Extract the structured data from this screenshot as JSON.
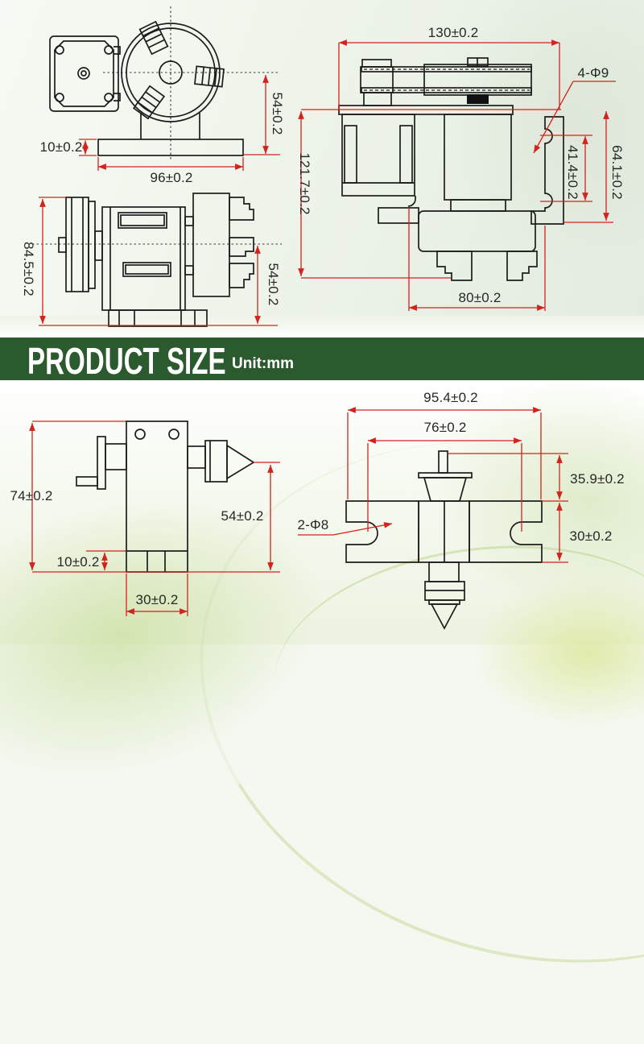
{
  "banner": {
    "title": "PRODUCT SIZE",
    "unit": "Unit:mm"
  },
  "colors": {
    "banner_bg": "#2c5a2f",
    "dimension_line": "#d2231f",
    "drawing_line": "#1d1d1d",
    "background_tint": "#e9f1e2"
  },
  "views": {
    "front": {
      "dims": {
        "base_height": "10±0.2",
        "base_width": "96±0.2",
        "center_height": "54±0.2"
      }
    },
    "top": {
      "dims": {
        "total_width": "130±0.2",
        "mount_holes": "4-Φ9",
        "inner_height": "41.4±0.2",
        "outer_height": "64.1±0.2",
        "total_length": "121.7±0.2",
        "chuck_width": "80±0.2"
      }
    },
    "side": {
      "dims": {
        "total_height": "84.5±0.2",
        "center_height": "54±0.2"
      }
    },
    "tailstock_front": {
      "dims": {
        "total_height": "74±0.2",
        "center_height": "54±0.2",
        "base_height": "10±0.2",
        "base_width": "30±0.2"
      }
    },
    "tailstock_top": {
      "dims": {
        "total_width": "95.4±0.2",
        "slot_spacing": "76±0.2",
        "upper_length": "35.9±0.2",
        "base_length": "30±0.2",
        "mount_holes": "2-Φ8"
      }
    }
  }
}
